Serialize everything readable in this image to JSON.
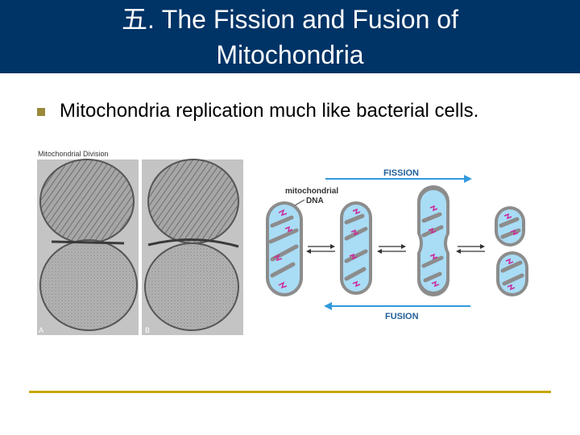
{
  "slide": {
    "title_line1": "五.  The Fission and Fusion of",
    "title_line2": "Mitochondria",
    "bullet_text": "Mitochondria replication much like bacterial cells."
  },
  "figure_left": {
    "caption": "Mitochondrial Division",
    "panel_a": "A",
    "panel_b": "B"
  },
  "figure_right": {
    "fission_label": "FISSION",
    "fusion_label": "FUSION",
    "dna_label_line1": "mitochondrial",
    "dna_label_line2": "DNA"
  },
  "colors": {
    "title_bg": "#003366",
    "bullet": "#9a8a3a",
    "rule": "#c7a700",
    "arrow": "#3399dd",
    "label_text": "#1f5f99",
    "matrix": "#a9dcf5",
    "membrane": "#8c8c8c",
    "dna": "#cc2a9b"
  }
}
